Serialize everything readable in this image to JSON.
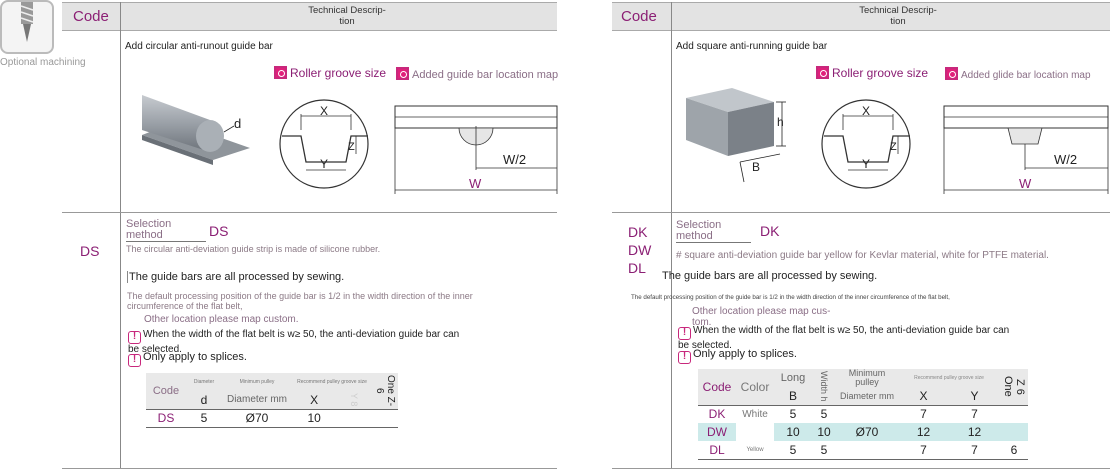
{
  "left": {
    "side_label": "Optional machining",
    "header": {
      "code": "Code",
      "tech": "Technical Descrip-\ntion"
    },
    "title": "Add circular anti-runout guide bar",
    "link_roller": "Roller groove size",
    "link_map": "Added guide bar location map",
    "dim_d": "d",
    "dim_x": "X",
    "dim_z": "Z",
    "dim_y": "Y",
    "dim_w2": "W/2",
    "dim_w": "W",
    "row_code": "DS",
    "selection_label": "Selection method",
    "selection_code": "DS",
    "desc1": "The circular anti-deviation guide strip is made of silicone rubber.",
    "desc2": "The guide bars are all processed by sewing.",
    "desc3": "The default processing position of the guide bar is 1/2 in the width direction of the inner circumference of the flat belt,",
    "desc4": "Other location please map custom.",
    "warn1": "When the width of the flat belt is w≥ 50, the anti-deviation guide bar can be selected.",
    "warn2": "Only apply to splices.",
    "table": {
      "h_code": "Code",
      "h_diam_small": "Diameter",
      "h_d": "d",
      "h_min_pulley": "Minimum pulley",
      "h_diam_mm": "Diameter mm",
      "h_groove": "Recommend pulley groove size",
      "h_x": "X",
      "h_y": "Y 8",
      "h_z": "One Z-6",
      "row": {
        "code": "DS",
        "d": "5",
        "dia": "Ø70",
        "x": "10"
      }
    }
  },
  "right": {
    "header": {
      "code": "Code",
      "tech": "Technical Descrip-\ntion"
    },
    "title": "Add square anti-running guide bar",
    "link_roller": "Roller groove size",
    "link_map": "Added glide bar location map",
    "dim_h": "h",
    "dim_b": "B",
    "dim_x": "X",
    "dim_z": "Z",
    "dim_y": "Y",
    "dim_w2": "W/2",
    "dim_w": "W",
    "codes": [
      "DK",
      "DW",
      "DL"
    ],
    "selection_label": "Selection method",
    "selection_code": "DK",
    "desc1": "# square anti-deviation guide bar yellow for Kevlar material, white for PTFE material.",
    "desc2": "The guide bars are all processed by sewing.",
    "desc3": "The default processing position of the guide bar is 1/2 in the width direction of the inner circumference of the flat belt,",
    "desc4": "Other location please map cus-tom.",
    "warn1": "When the width of the flat belt is w≥ 50, the anti-deviation guide bar can be selected.",
    "warn2": "Only apply to splices.",
    "table": {
      "h_code": "Code",
      "h_color": "Color",
      "h_long": "Long",
      "h_b": "B",
      "h_width": "Width h",
      "h_min_pulley": "Minimum pulley",
      "h_diam_mm": "Diameter mm",
      "h_groove": "Recommend pulley groove size",
      "h_x": "X",
      "h_y": "Y",
      "h_z": "Z 6 One",
      "rows": [
        {
          "code": "DK",
          "color": "White",
          "b": "5",
          "h": "5",
          "dia": "",
          "x": "7",
          "y": "7",
          "z": ""
        },
        {
          "code": "DW",
          "color": "",
          "b": "10",
          "h": "10",
          "dia": "Ø70",
          "x": "12",
          "y": "12",
          "z": ""
        },
        {
          "code": "DL",
          "color": "Yellow",
          "b": "5",
          "h": "5",
          "dia": "",
          "x": "7",
          "y": "7",
          "z": "6"
        }
      ]
    }
  },
  "colors": {
    "accent": "#8b1f74",
    "pink": "#e0207a",
    "header_bg": "#e3e3e3",
    "teal": "#cdeaea"
  }
}
